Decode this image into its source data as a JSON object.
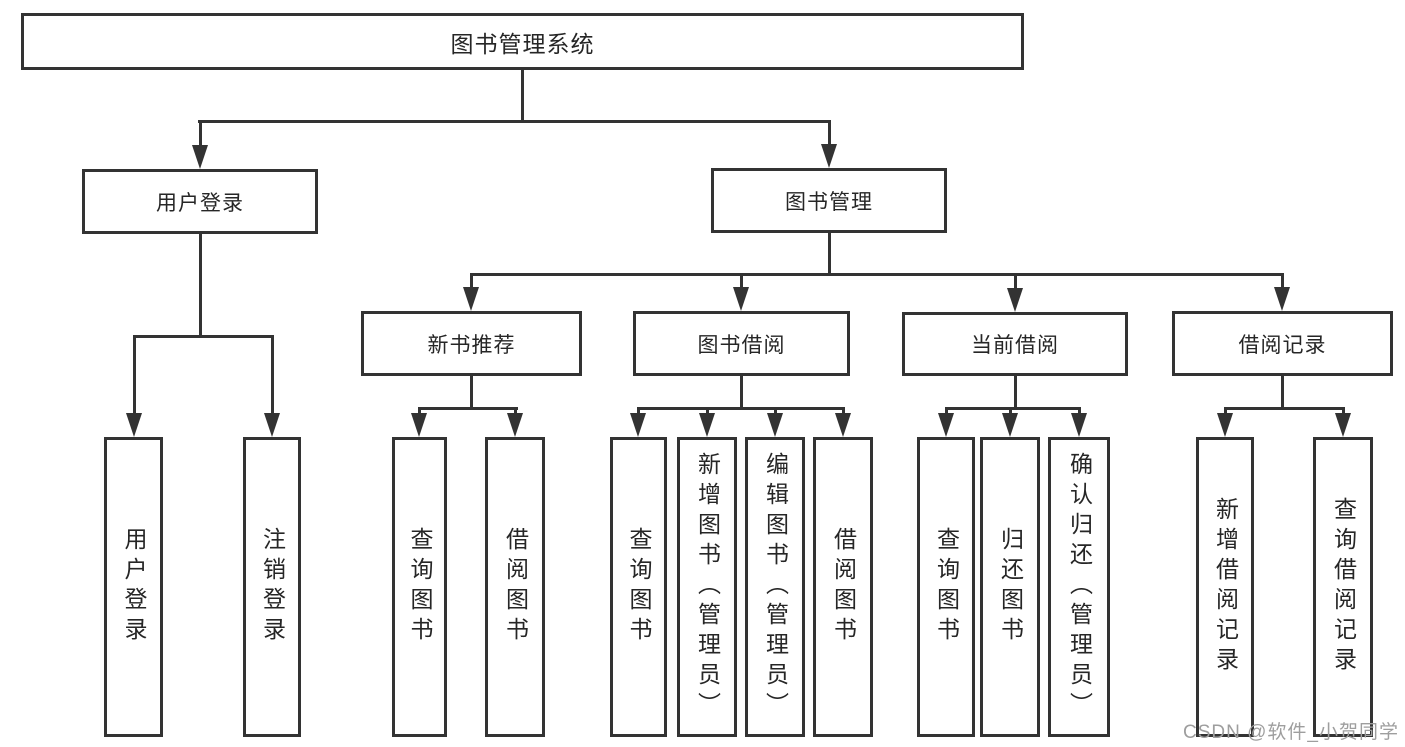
{
  "diagram": {
    "root": {
      "label": "图书管理系统"
    },
    "level2": [
      {
        "label": "用户登录"
      },
      {
        "label": "图书管理"
      }
    ],
    "level3": [
      {
        "label": "新书推荐"
      },
      {
        "label": "图书借阅"
      },
      {
        "label": "当前借阅"
      },
      {
        "label": "借阅记录"
      }
    ],
    "leaves": {
      "user_login": [
        "用户登录",
        "注销登录"
      ],
      "new_books": [
        "查询图书",
        "借阅图书"
      ],
      "book_borrow": [
        "查询图书",
        "新增图书（管理员）",
        "编辑图书（管理员）",
        "借阅图书"
      ],
      "current_borrow": [
        "查询图书",
        "归还图书",
        "确认归还（管理员）"
      ],
      "borrow_records": [
        "新增借阅记录",
        "查询借阅记录"
      ]
    }
  },
  "watermark": {
    "text": "CSDN @软件_小贺同学"
  },
  "colors": {
    "line": "#333333",
    "text": "#262626",
    "background": "#ffffff",
    "watermark": "#9e9e9e"
  }
}
